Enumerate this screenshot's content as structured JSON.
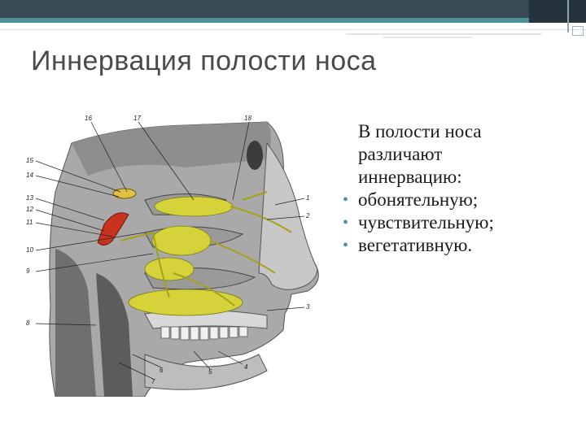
{
  "slide": {
    "title": "Иннервация полости носа",
    "intro_lines": [
      "В полости носа",
      "различают",
      "иннервацию:"
    ],
    "bullets": [
      "обонятельную;",
      "чувствительную;",
      "вегетативную."
    ]
  },
  "figure": {
    "labels": [
      "16",
      "17",
      "18",
      "15",
      "14",
      "13",
      "12",
      "11",
      "10",
      "9",
      "8",
      "1",
      "2",
      "3",
      "4",
      "5",
      "6",
      "7"
    ]
  },
  "colors": {
    "topbar": "#3a4a55",
    "accent": "#4e8f99",
    "nerve": "#d6d23a",
    "artery": "#c8321e"
  }
}
